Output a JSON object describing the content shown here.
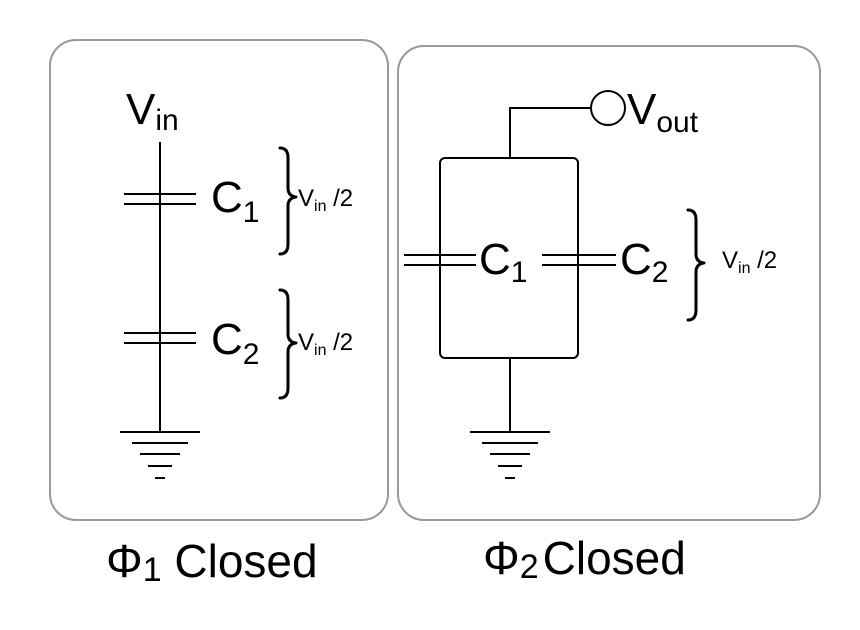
{
  "panel1": {
    "source": {
      "main": "V",
      "sub": "in"
    },
    "cap1": {
      "main": "C",
      "sub": "1",
      "volt_main": "V",
      "volt_sub": "in",
      "volt_tail": " /2"
    },
    "cap2": {
      "main": "C",
      "sub": "2",
      "volt_main": "V",
      "volt_sub": "in",
      "volt_tail": " /2"
    },
    "caption": {
      "symbol": "Φ",
      "sub": "1",
      "text": " Closed"
    }
  },
  "panel2": {
    "output": {
      "main": "V",
      "sub": "out"
    },
    "cap1": {
      "main": "C",
      "sub": "1"
    },
    "cap2": {
      "main": "C",
      "sub": "2",
      "volt_main": "V",
      "volt_sub": "in",
      "volt_tail": " /2"
    },
    "caption": {
      "symbol": "Φ",
      "sub": "2",
      "text": "Closed"
    }
  }
}
